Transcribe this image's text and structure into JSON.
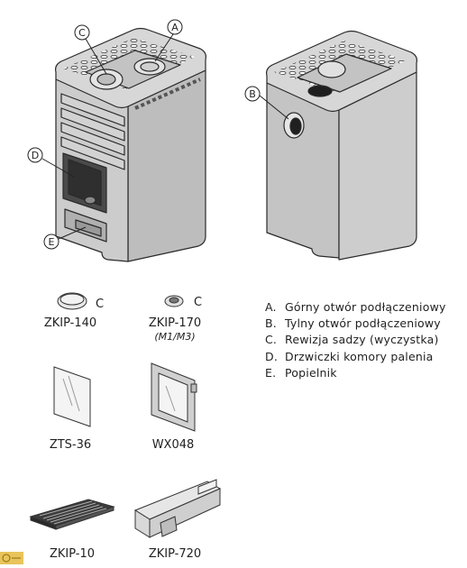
{
  "callouts": {
    "a": "A",
    "b": "B",
    "c": "C",
    "d": "D",
    "e": "E"
  },
  "legend": [
    {
      "key": "A.",
      "text": "Górny otwór podłączeniowy"
    },
    {
      "key": "B.",
      "text": "Tylny otwór podłączeniowy"
    },
    {
      "key": "C.",
      "text": "Rewizja sadzy (wyczystka)"
    },
    {
      "key": "D.",
      "text": "Drzwiczki komory palenia"
    },
    {
      "key": "E.",
      "text": "Popielnik"
    }
  ],
  "accessories": [
    {
      "code": "ZKIP-140",
      "mark": "C"
    },
    {
      "code": "ZKIP-170",
      "mark": "C",
      "note": "(M1/M3)"
    },
    {
      "code": "ZTS-36"
    },
    {
      "code": "WX048"
    },
    {
      "code": "ZKIP-10"
    },
    {
      "code": "ZKIP-720"
    }
  ],
  "colors": {
    "body": "#c9c9c9",
    "side": "#b9b9b9",
    "top": "#d4d4d4",
    "line": "#2a2a2a"
  }
}
